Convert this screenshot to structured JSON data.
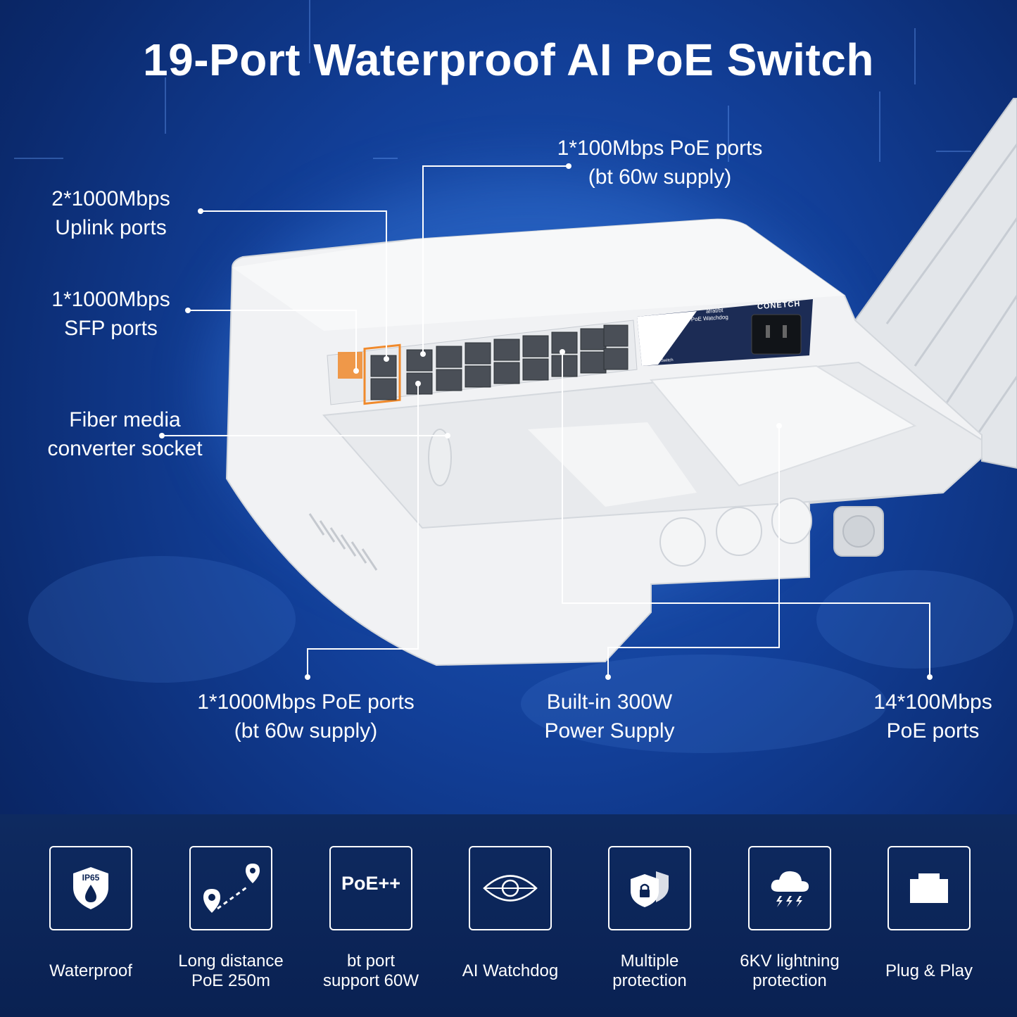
{
  "title": "19-Port Waterproof AI PoE Switch",
  "callouts": {
    "uplink": [
      "2*1000Mbps",
      "Uplink ports"
    ],
    "sfp": [
      "1*1000Mbps",
      "SFP ports"
    ],
    "fiber": [
      "Fiber media",
      "converter socket"
    ],
    "poe100_top": [
      "1*100Mbps PoE ports",
      "(bt 60w supply)"
    ],
    "poe1000": [
      "1*1000Mbps PoE ports",
      "(bt 60w supply)"
    ],
    "power": [
      "Built-in 300W",
      "Power Supply"
    ],
    "poe14": [
      "14*100Mbps",
      "PoE ports"
    ]
  },
  "device": {
    "brand": "CONETCH",
    "model_line1": "af/at/bt",
    "model_line2": "AI PoE Watchdog",
    "label": "PoE Switch"
  },
  "features": [
    {
      "icon": "waterproof-shield-icon",
      "icon_text": "IP65",
      "label": [
        "Waterproof"
      ]
    },
    {
      "icon": "location-route-icon",
      "label": [
        "Long distance",
        "PoE 250m"
      ]
    },
    {
      "icon": "poe-plus-icon",
      "icon_text": "PoE++",
      "label": [
        "bt port",
        "support 60W"
      ]
    },
    {
      "icon": "eye-watchdog-icon",
      "label": [
        "AI Watchdog"
      ]
    },
    {
      "icon": "security-shields-icon",
      "label": [
        "Multiple",
        "protection"
      ]
    },
    {
      "icon": "lightning-cloud-icon",
      "label": [
        "6KV lightning",
        "protection"
      ]
    },
    {
      "icon": "ethernet-port-icon",
      "label": [
        "Plug & Play"
      ]
    }
  ],
  "colors": {
    "accent": "#1a4fb0",
    "bar": "#0b2354",
    "orange": "#f08a2c"
  }
}
